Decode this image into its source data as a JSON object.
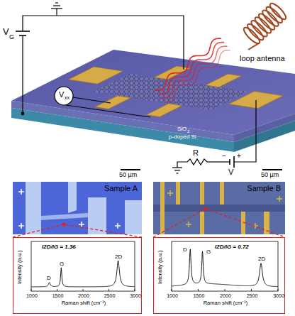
{
  "diagram": {
    "nodes": [
      {
        "text": [
          "Sample A"
        ]
      },
      {
        "text": [
          "I2D/IG = 1.36",
          "D",
          "G",
          "2D",
          "Intensity (a.u.)",
          "Raman shift (cm⁻¹)",
          "1000",
          "1500",
          "2000",
          "2500",
          "3000"
        ]
      },
      {
        "text": [
          "Sample B"
        ]
      },
      {
        "text": [
          "I2D/IG = 0.72",
          "D",
          "G",
          "2D",
          "Intensity (a.u.)",
          "Raman shift (cm⁻¹)",
          "1000",
          "1500",
          "2000",
          "2500",
          "3000"
        ]
      }
    ],
    "edges": [
      {
        "from": 0,
        "to": 1,
        "arrow": "none"
      },
      {
        "from": 2,
        "to": 3,
        "arrow": "none"
      }
    ],
    "labels": [
      "V",
      "G",
      "V",
      "xx",
      "loop antenna",
      "SiO",
      "2",
      "p-doped Si",
      "R",
      "−",
      "+",
      "V",
      "50 µm",
      "50 µm"
    ]
  }
}
